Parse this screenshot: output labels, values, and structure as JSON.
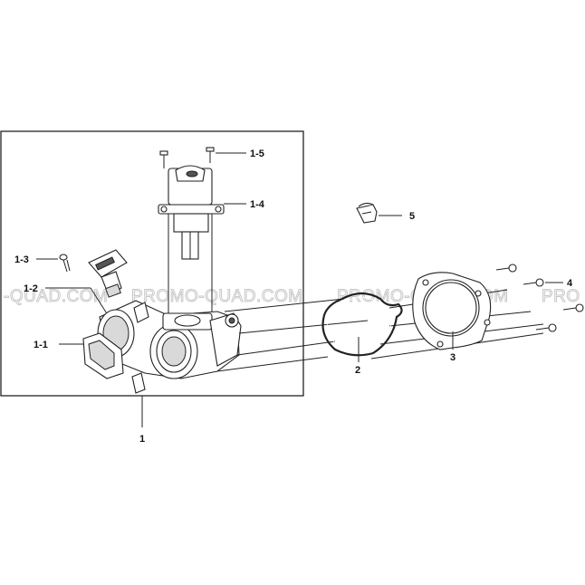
{
  "diagram": {
    "watermarks": [
      "-QUAD.COM",
      "PROMO-QUAD.COM",
      "PROMO-QUAD.COM",
      "PRO"
    ],
    "labels": {
      "p1": "1",
      "p1_1": "1-1",
      "p1_2": "1-2",
      "p1_3": "1-3",
      "p1_4": "1-4",
      "p1_5": "1-5",
      "p2": "2",
      "p3": "3",
      "p4": "4",
      "p5": "5"
    }
  }
}
